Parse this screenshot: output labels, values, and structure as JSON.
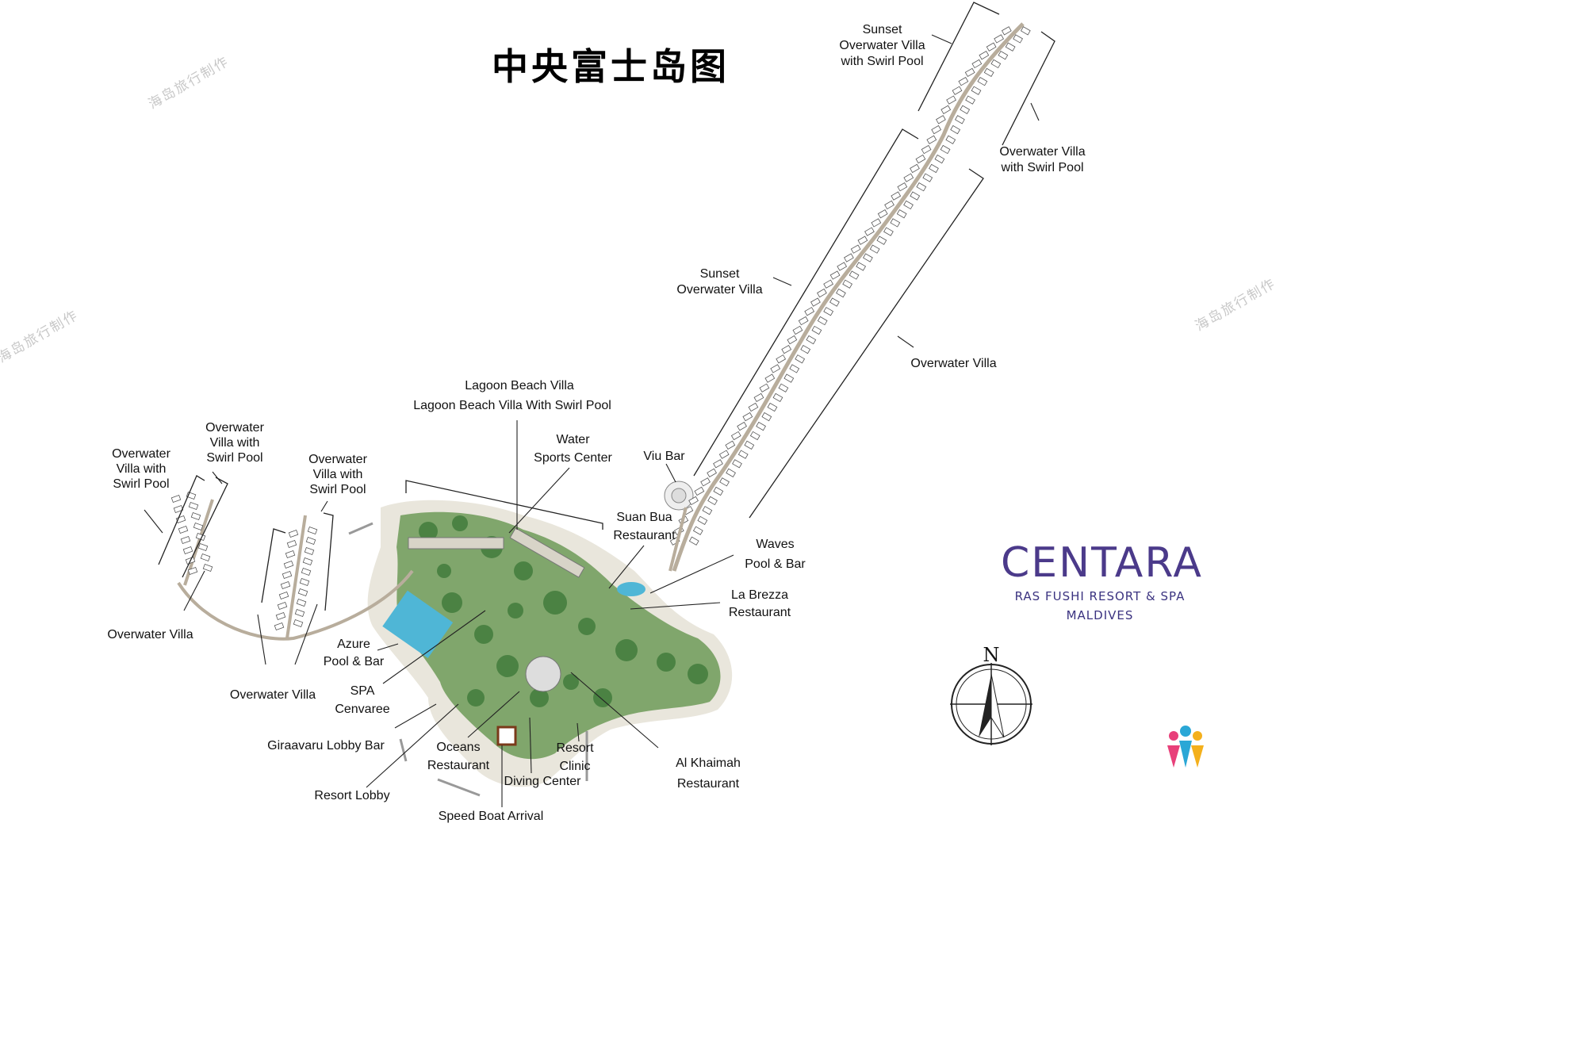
{
  "title": "中央富士岛图",
  "watermark": "海岛旅行制作",
  "labels": {
    "sunset_overwater_villa_swirl": [
      "Sunset",
      "Overwater Villa",
      "with Swirl Pool"
    ],
    "overwater_villa_swirl_ne": [
      "Overwater Villa",
      "with Swirl Pool"
    ],
    "sunset_overwater_villa": [
      "Sunset",
      "Overwater Villa"
    ],
    "overwater_villa_ne": "Overwater Villa",
    "lagoon_beach_villa": "Lagoon Beach Villa",
    "lagoon_beach_villa_swirl": "Lagoon Beach Villa With Swirl Pool",
    "water_sports_center": [
      "Water",
      "Sports Center"
    ],
    "viu_bar": "Viu Bar",
    "overwater_villa_swirl_w1": [
      "Overwater",
      "Villa with",
      "Swirl Pool"
    ],
    "overwater_villa_swirl_w2": [
      "Overwater",
      "Villa with",
      "Swirl Pool"
    ],
    "overwater_villa_swirl_w3": [
      "Overwater",
      "Villa with",
      "Swirl Pool"
    ],
    "suan_bua_restaurant": [
      "Suan Bua",
      "Restaurant"
    ],
    "waves_pool_bar": [
      "Waves",
      "Pool & Bar"
    ],
    "la_brezza_restaurant": [
      "La Brezza",
      "Restaurant"
    ],
    "overwater_villa_w": "Overwater Villa",
    "azure_pool_bar": [
      "Azure",
      "Pool & Bar"
    ],
    "overwater_villa_sw": "Overwater Villa",
    "spa_cenvaree": [
      "SPA",
      "Cenvaree"
    ],
    "giraavaru_lobby_bar": "Giraavaru Lobby Bar",
    "oceans_restaurant": [
      "Oceans",
      "Restaurant"
    ],
    "resort_clinic": [
      "Resort",
      "Clinic"
    ],
    "diving_center": "Diving Center",
    "al_khaimah_restaurant": [
      "Al Khaimah",
      "Restaurant"
    ],
    "resort_lobby": "Resort Lobby",
    "speed_boat_arrival": "Speed Boat Arrival"
  },
  "brand": {
    "name": "CENTARA",
    "line1": "RAS FUSHI RESORT & SPA",
    "line2": "MALDIVES",
    "color": "#4b3a8a"
  },
  "compass_letter": "N",
  "colors": {
    "island_green": "#5e8f4e",
    "sand": "#e8e4d8",
    "jetty": "#b8ad9c",
    "pool": "#4fb6d6"
  }
}
